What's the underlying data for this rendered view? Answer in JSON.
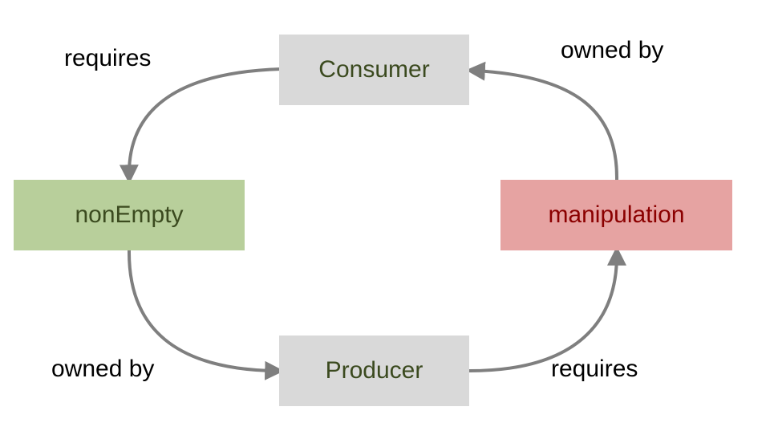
{
  "nodes": {
    "consumer": {
      "label": "Consumer",
      "fill": "#d9d9d9",
      "text_color": "#3b4a1f"
    },
    "producer": {
      "label": "Producer",
      "fill": "#d9d9d9",
      "text_color": "#3b4a1f"
    },
    "nonempty": {
      "label": "nonEmpty",
      "fill": "#b8cf9b",
      "text_color": "#3b4a1f"
    },
    "manipulation": {
      "label": "manipulation",
      "fill": "#e6a3a2",
      "text_color": "#8b0000"
    }
  },
  "edges": {
    "consumer_to_nonempty": {
      "label": "requires"
    },
    "manipulation_to_consumer": {
      "label": "owned by"
    },
    "nonempty_to_producer": {
      "label": "owned by"
    },
    "producer_to_manipulation": {
      "label": "requires"
    }
  },
  "colors": {
    "arrow": "#7f7f7f"
  }
}
